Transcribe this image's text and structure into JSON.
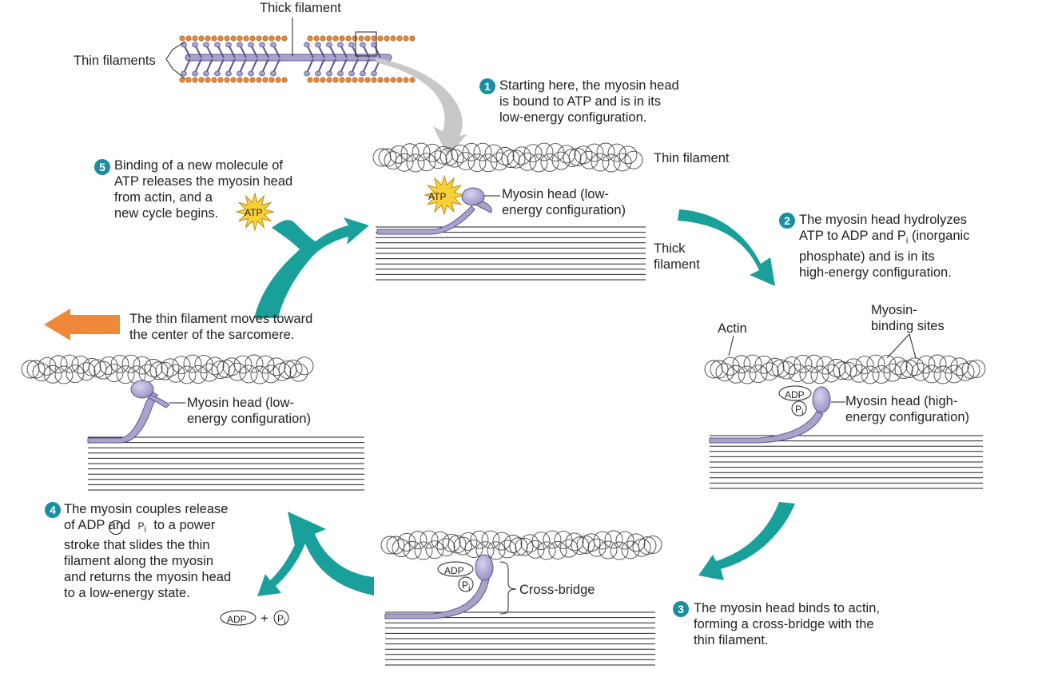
{
  "labels": {
    "thick_filament_top": "Thick filament",
    "thin_filaments": "Thin filaments",
    "thin_filament": "Thin filament",
    "thick_filament": "Thick\nfilament",
    "myosin_head_low_1": "Myosin head (low-\nenergy configuration)",
    "myosin_head_high": "Myosin head (high-\nenergy configuration)",
    "myosin_head_low_2": "Myosin head (low-\nenergy configuration)",
    "actin": "Actin",
    "myosin_binding_sites": "Myosin-\nbinding sites",
    "cross_bridge": "Cross-bridge",
    "filament_moves": "The thin filament moves toward\nthe center of the sarcomere.",
    "atp": "ATP",
    "adp": "ADP",
    "pi": "P",
    "pi_sub": "i",
    "plus": "+"
  },
  "steps": [
    {
      "num": "1",
      "text": "Starting here, the myosin head\nis bound to ATP and is in its\nlow-energy configuration."
    },
    {
      "num": "2",
      "text_a": "The myosin head hydrolyzes\nATP to ADP and P",
      "text_sub": "i",
      "text_b": " (inorganic",
      "text_c": "phosphate) and is in its\nhigh-energy configuration."
    },
    {
      "num": "3",
      "text": "The myosin head binds to actin,\nforming a cross-bridge with the\nthin filament."
    },
    {
      "num": "4",
      "text_a": "The myosin couples release\nof ADP and ",
      "text_b": " to a power\nstroke that slides the thin\nfilament along the myosin\nand returns the myosin head\nto a low-energy state."
    },
    {
      "num": "5",
      "text": "Binding of a new molecule of\nATP releases the myosin head\nfrom actin, and a\nnew cycle begins."
    }
  ],
  "colors": {
    "teal_arrow": "#1aa09a",
    "orange_arrow": "#f0883a",
    "myosin": "#a9a3cc",
    "myosin_stroke": "#5b5591",
    "actin_bead": "#e7893a",
    "atp_burst": "#f7d13a",
    "step_number": "#1a8fa0"
  }
}
